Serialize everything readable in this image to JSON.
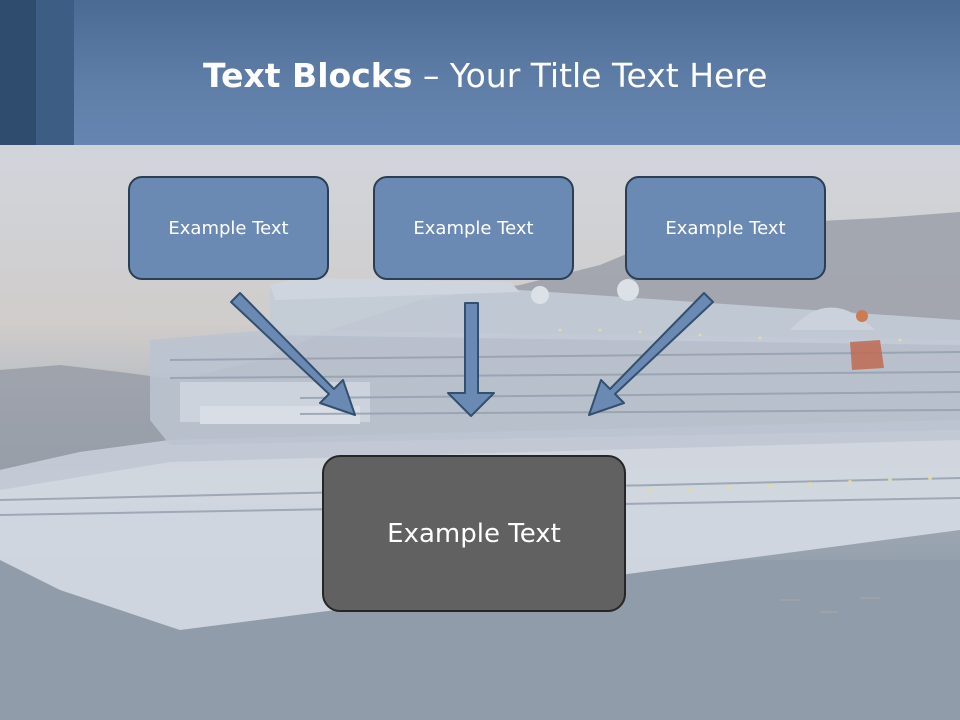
{
  "slide": {
    "title_bold": "Text Blocks",
    "title_separator": " – ",
    "title_rest": "Your Title Text Here"
  },
  "blocks": [
    {
      "label": "Example Text"
    },
    {
      "label": "Example Text"
    },
    {
      "label": "Example Text"
    }
  ],
  "main_block": {
    "label": "Example Text"
  },
  "colors": {
    "header": "#5f7fa9",
    "box_fill": "#6a8ab3",
    "box_border": "#2c3e55",
    "main_fill": "#616161",
    "arrow_fill": "#6a8ab3"
  }
}
